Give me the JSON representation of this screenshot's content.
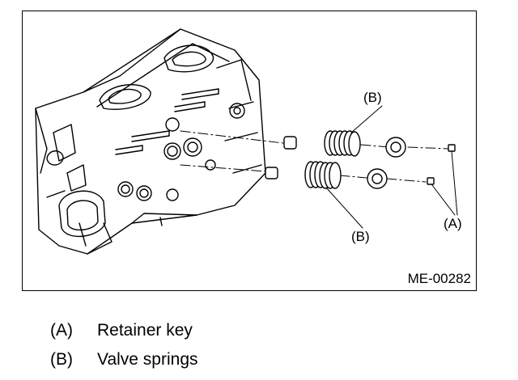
{
  "figure": {
    "callouts": {
      "spring_upper": "(B)",
      "spring_lower": "(B)",
      "retainer_key": "(A)"
    },
    "figure_code": "ME-00282"
  },
  "legend": [
    {
      "key": "(A)",
      "text": "Retainer key"
    },
    {
      "key": "(B)",
      "text": "Valve springs"
    }
  ]
}
